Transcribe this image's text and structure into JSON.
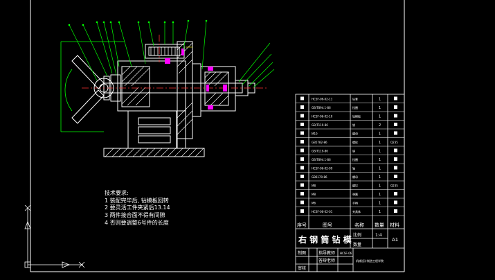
{
  "tech_requirements": {
    "title": "技术要求:",
    "items": [
      "1 装配完毕后, 钻模板回转",
      "2 要灵活工件夹紧后13.14",
      "3 两件接合面不得有间隙",
      "4 否则要调整6号件的长度"
    ]
  },
  "bom": {
    "rows": [
      {
        "code": "HCSF-06-02-11",
        "name": "钻套",
        "qty": "1",
        "mat": ""
      },
      {
        "code": "GB/T894.1-86",
        "name": "挡圈",
        "qty": "1",
        "mat": ""
      },
      {
        "code": "HCSF-06-02-10",
        "name": "钻模板",
        "qty": "1",
        "mat": ""
      },
      {
        "code": "GB/T119-86",
        "name": "销",
        "qty": "2",
        "mat": ""
      },
      {
        "code": "M10",
        "name": "螺母",
        "qty": "1",
        "mat": ""
      },
      {
        "code": "GB5782-86",
        "name": "螺栓",
        "qty": "1",
        "mat": "Q235"
      },
      {
        "code": "GB/T119-86",
        "name": "销",
        "qty": "1",
        "mat": ""
      },
      {
        "code": "GB/T894.1-86",
        "name": "挡圈",
        "qty": "1",
        "mat": ""
      },
      {
        "code": "HCSF-06-02-09",
        "name": "轴",
        "qty": "1",
        "mat": ""
      },
      {
        "code": "GB6170-86",
        "name": "螺母",
        "qty": "1",
        "mat": ""
      },
      {
        "code": "M8",
        "name": "螺钉",
        "qty": "1",
        "mat": "Q235"
      },
      {
        "code": "M8",
        "name": "弹簧",
        "qty": "1",
        "mat": ""
      },
      {
        "code": "M6",
        "name": "手柄",
        "qty": "1",
        "mat": ""
      },
      {
        "code": "HCSF-06-02-01",
        "name": "夹具体",
        "qty": "1",
        "mat": ""
      }
    ],
    "header": {
      "seq": "序号",
      "code": "图号",
      "name": "名称",
      "qty": "数量",
      "mat": "材料"
    },
    "title": "右 钢 筒 钻 模",
    "scale_label": "比例",
    "scale_value": "1:4",
    "qty_label": "数量",
    "qty_value": "",
    "sheet": "A1",
    "designer_label": "制图",
    "checker_label": "审核",
    "designer_col2": "指导教师",
    "checker_col2": "答辩老师",
    "drawing_no": "HCSF-06",
    "school": "机械设计制造工程学院"
  },
  "ucs": {
    "x": "X",
    "y": "Y"
  },
  "colors": {
    "green": "#00ff00",
    "white": "#ffffff",
    "red": "#ff3333",
    "magenta": "#ff00ff",
    "cyan": "#00ffff",
    "yellow": "#ffff00"
  }
}
